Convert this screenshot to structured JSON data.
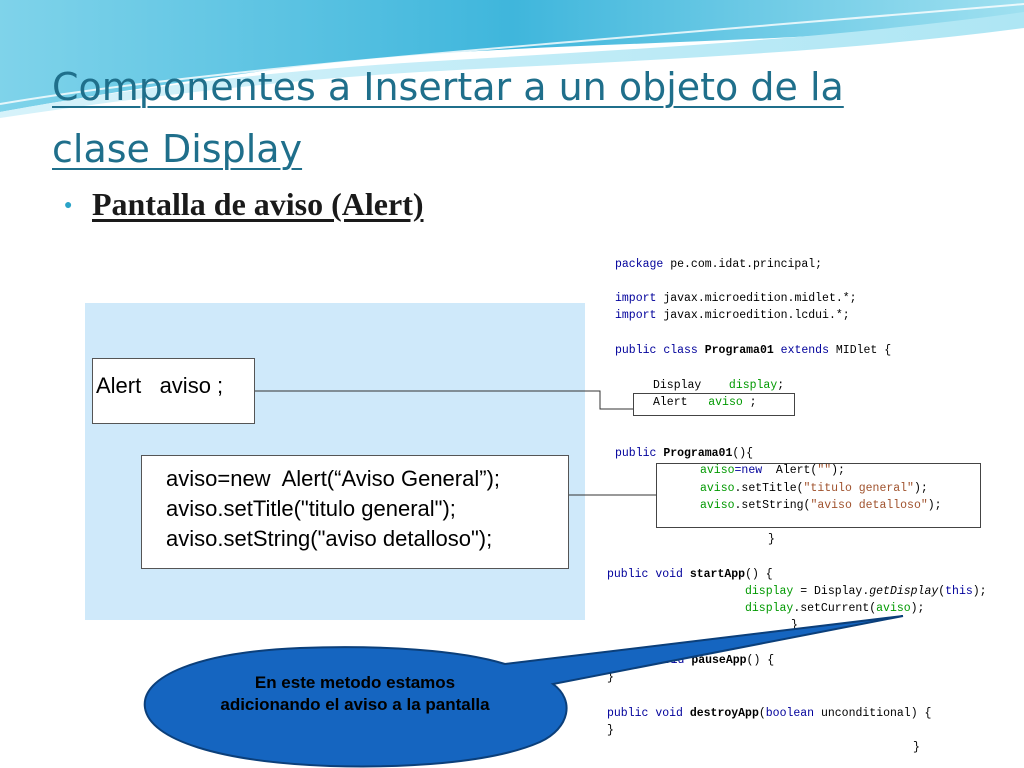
{
  "slide": {
    "title_line1": "Componentes a Insertar  a un objeto de la",
    "title_line2": "clase Display",
    "subtitle": "Pantalla de aviso (Alert)"
  },
  "diagram": {
    "declaration": "Alert   aviso ;",
    "code_lines": [
      "aviso=new  Alert(“Aviso General”);",
      "aviso.setTitle(\"titulo general\");",
      "aviso.setString(\"aviso detalloso\");"
    ]
  },
  "source_code": {
    "package_kw": "package",
    "package_name": " pe.com.idat.principal;",
    "import_kw": "import",
    "import1": " javax.microedition.midlet.*;",
    "import2": " javax.microedition.lcdui.*;",
    "class_public": "public",
    "class_kw": "class",
    "class_name": "Programa01",
    "extends_kw": "extends",
    "superclass": " MIDlet {",
    "display_type": "Display",
    "display_field": "display",
    "alert_type": "Alert",
    "alert_field": "aviso",
    "ctor_public": "public",
    "ctor_name": "Programa01",
    "ctor_sig": "(){",
    "ctor_line1_field": "aviso",
    "ctor_line1_new": "=new",
    "ctor_line1_rest": "  Alert(",
    "ctor_line1_str": "\"\"",
    "ctor_line1_end": ");",
    "ctor_line2_field": "aviso",
    "ctor_line2_method": ".setTitle(",
    "ctor_line2_str": "\"titulo general\"",
    "ctor_line2_end": ");",
    "ctor_line3_field": "aviso",
    "ctor_line3_method": ".setString(",
    "ctor_line3_str": "\"aviso detalloso\"",
    "ctor_line3_end": ");",
    "close_brace": "}",
    "start_public": "public",
    "start_void": "void",
    "start_name": "startApp",
    "start_sig": "() {",
    "start_l1_field": "display",
    "start_l1_mid": " = Display.",
    "start_l1_method": "getDisplay",
    "start_l1_this": "this",
    "start_l1_paren_open": "(",
    "start_l1_end": ");",
    "start_l2_field": "display",
    "start_l2_method": ".setCurrent(",
    "start_l2_arg": "aviso",
    "start_l2_end": ");",
    "pause_visible": "e void",
    "pause_name": "pauseApp",
    "pause_sig": "() {",
    "destroy_public": "public",
    "destroy_void": "void",
    "destroy_name": "destroyApp",
    "destroy_bool": "boolean",
    "destroy_param": " unconditional) {",
    "semicolon": ";",
    "space_semicolon": " ;"
  },
  "callout": {
    "text": "En este metodo estamos adicionando el aviso a la pantalla"
  },
  "colors": {
    "title": "#1f6f8b",
    "panel": "#cfe9fa",
    "callout_fill": "#1565c0",
    "keyword": "#00009b",
    "field": "#009900",
    "string": "#a0522d"
  }
}
